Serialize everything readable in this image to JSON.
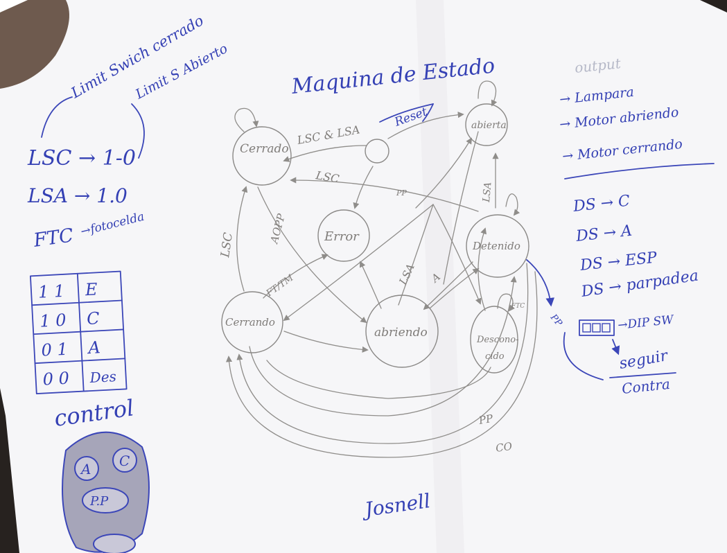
{
  "notes": {
    "limit_switch_closed": "Limit Swich cerrado",
    "limit_switch_open": "Limit S Abierto",
    "lsc_line": "LSC → 1-0",
    "lsa_line": "LSA → 1.0",
    "ftc_label": "FTC",
    "fotocelda": "→fotocelda"
  },
  "truth_table": {
    "rows": [
      [
        "1 1",
        "E"
      ],
      [
        "1 0",
        "C"
      ],
      [
        "0 1",
        "A"
      ],
      [
        "0 0",
        "Des"
      ]
    ]
  },
  "control": {
    "title": "control",
    "buttons": [
      "A",
      "C",
      "P.P"
    ]
  },
  "diagram": {
    "title": "Maquina de Estado",
    "states": {
      "cerrado": "Cerrado",
      "abierta": "abierta",
      "error": "Error",
      "detenido": "Detenido",
      "cerrando": "Cerrando",
      "abriendo": "abriendo",
      "desconocido_1": "Descono-",
      "desconocido_2": "cido"
    },
    "transitions": {
      "reset": "Reset",
      "lsc_lsa": "LSC & LSA",
      "lsc_top": "LSC",
      "pp_mid": "PP",
      "lsc_left": "LSC",
      "a_opp": "AOPP",
      "ft_tm": "FT/TM",
      "lsa_mid": "LSA",
      "a_mid": "A",
      "lsa_right": "LSA",
      "ftc": "FTC",
      "pp_bottom": "PP",
      "co_bottom": "CO",
      "pp_side": "PP"
    },
    "author": "Josnell"
  },
  "outputs": {
    "title": "output",
    "items": [
      "→ Lampara",
      "→ Motor abriendo",
      "→ Motor cerrando"
    ]
  },
  "dip": {
    "lines": [
      "DS → C",
      "DS → A",
      "DS → ESP",
      "DS → parpadea"
    ],
    "dip_label": "→DIP SW",
    "seguir": "seguir",
    "contra": "Contra"
  }
}
